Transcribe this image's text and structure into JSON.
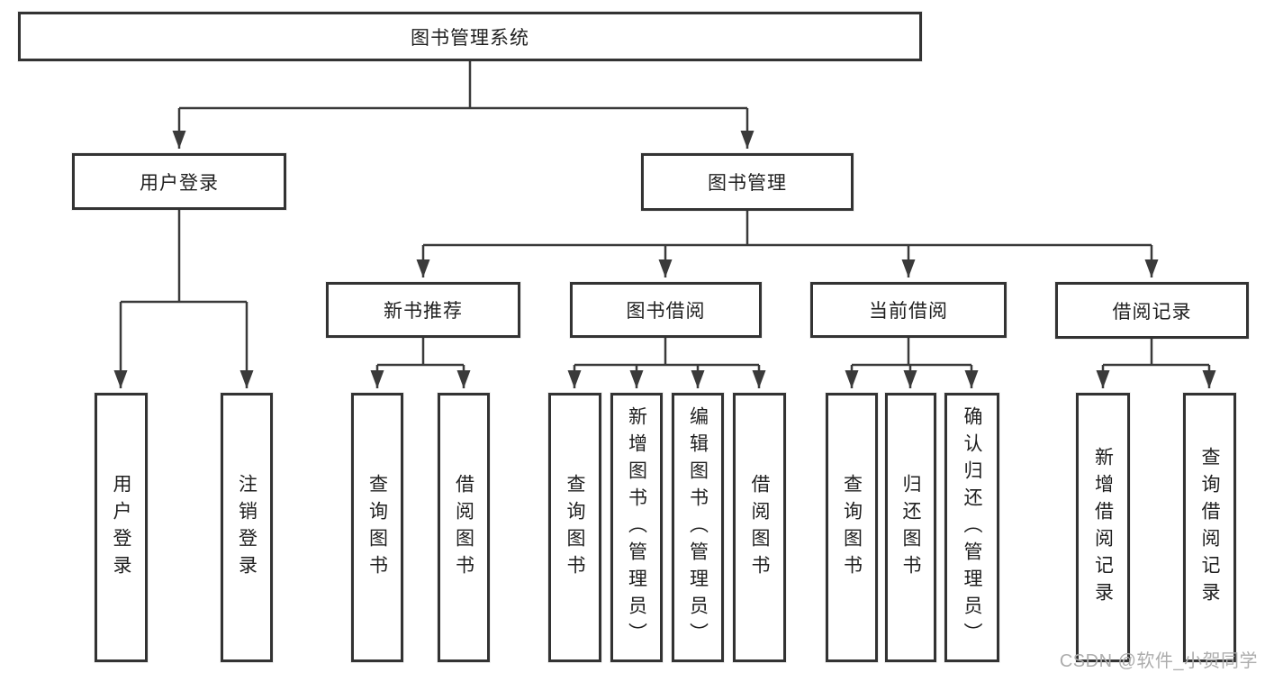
{
  "diagram": {
    "root": {
      "label": "图书管理系统"
    },
    "branches": [
      {
        "label": "用户登录",
        "children": [
          {
            "label": "用户登录"
          },
          {
            "label": "注销登录"
          }
        ]
      },
      {
        "label": "图书管理",
        "children": [
          {
            "label": "新书推荐",
            "children": [
              {
                "label": "查询图书"
              },
              {
                "label": "借阅图书"
              }
            ]
          },
          {
            "label": "图书借阅",
            "children": [
              {
                "label": "查询图书"
              },
              {
                "label": "新增图书（管理员）"
              },
              {
                "label": "编辑图书（管理员）"
              },
              {
                "label": "借阅图书"
              }
            ]
          },
          {
            "label": "当前借阅",
            "children": [
              {
                "label": "查询图书"
              },
              {
                "label": "归还图书"
              },
              {
                "label": "确认归还（管理员）"
              }
            ]
          },
          {
            "label": "借阅记录",
            "children": [
              {
                "label": "新增借阅记录"
              },
              {
                "label": "查询借阅记录"
              }
            ]
          }
        ]
      }
    ]
  },
  "watermark": {
    "text": "CSDN @软件_小贺同学"
  },
  "colors": {
    "line": "#3a3a3a",
    "box_border": "#333333",
    "text": "#1f1f1f",
    "watermark": "#adadad",
    "bg": "#ffffff"
  }
}
